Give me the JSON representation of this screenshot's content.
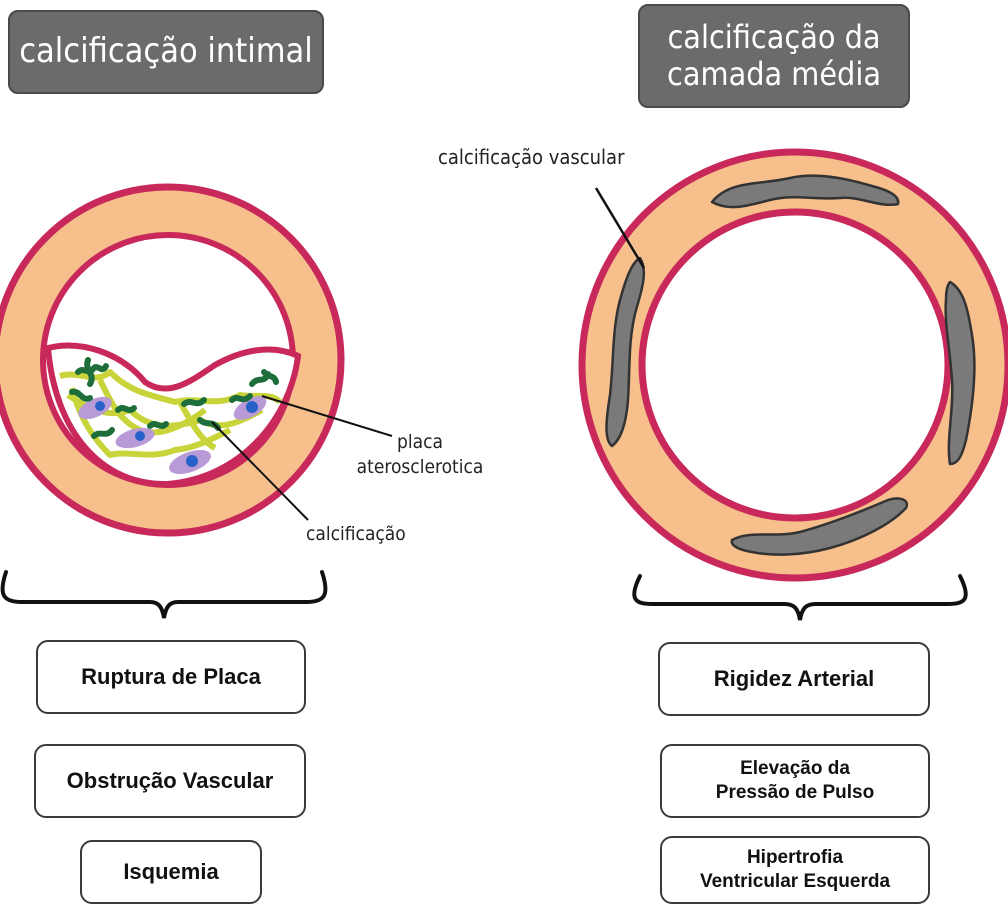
{
  "left": {
    "title": "calcificação intimal",
    "labels": {
      "plaque_line1": "placa",
      "plaque_line2": "aterosclerotica",
      "calcification": "calcificação"
    },
    "outcomes": [
      "Ruptura de Placa",
      "Obstrução Vascular",
      "Isquemia"
    ]
  },
  "right": {
    "title_line1": "calcificação da",
    "title_line2": "camada média",
    "labels": {
      "vascular_calcification": "calcificação vascular"
    },
    "outcomes": [
      {
        "line1": "Rigidez Arterial",
        "line2": ""
      },
      {
        "line1": "Elevação da",
        "line2": "Pressão de Pulso"
      },
      {
        "line1": "Hipertrofia",
        "line2": "Ventricular Esquerda"
      }
    ]
  },
  "colors": {
    "header_bg": "#6b6b6b",
    "vessel_wall": "#f6bf8c",
    "vessel_border": "#c8285a",
    "calcium_plaque": "#7a7a7a",
    "plaque_fibers": "#c8d43a",
    "calcium_nodules": "#1e6e3c",
    "cells": "#b79ad6",
    "nuclei": "#2862c8"
  }
}
